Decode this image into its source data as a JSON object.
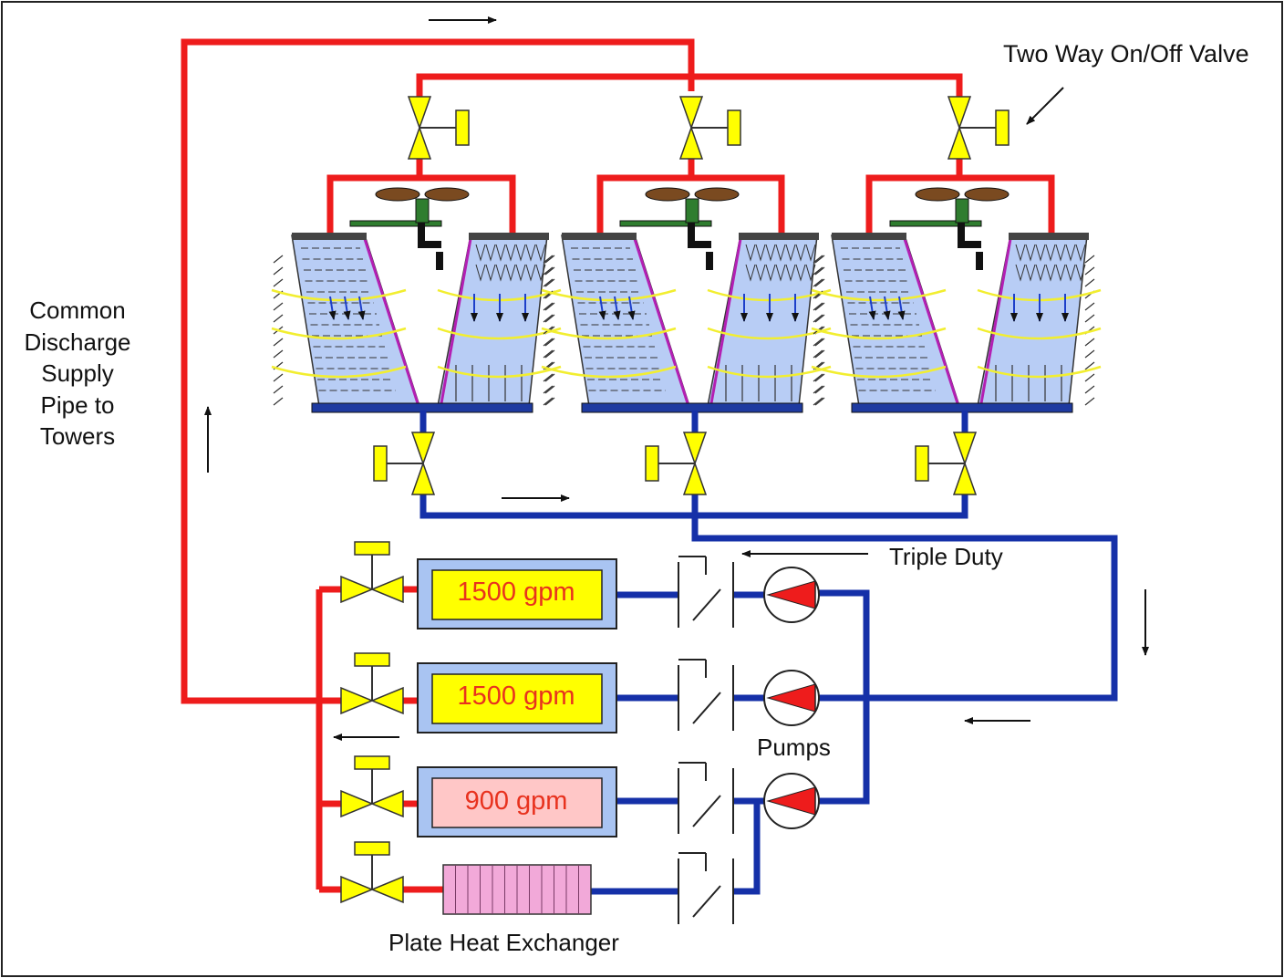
{
  "labels": {
    "valve_title": "Two Way On/Off Valve",
    "common_discharge": [
      "Common",
      "Discharge",
      "Supply",
      "Pipe to",
      "Towers"
    ],
    "triple_duty": "Triple Duty",
    "pumps": "Pumps",
    "plate_hx": "Plate Heat Exchanger"
  },
  "chillers": [
    {
      "capacity": "1500 gpm"
    },
    {
      "capacity": "1500 gpm"
    },
    {
      "capacity": "900 gpm"
    }
  ],
  "towers": [
    {
      "id": 1
    },
    {
      "id": 2
    },
    {
      "id": 3
    }
  ],
  "colors": {
    "hot_supply": "#ee1c1c",
    "cold_return": "#1530a8",
    "valve": "#ffff00",
    "chiller_shell": "#a9c4f2",
    "capacity_box_large": "#ffff00",
    "capacity_box_small": "#ffc7c7",
    "capacity_text": "#e8321e",
    "plate_hx": "#f2a9d9",
    "pump": "#ee1c1c",
    "tower_fill": "#b8cdf5"
  },
  "icons": [
    "flow-arrow-icon",
    "two-way-valve-icon",
    "three-way-valve-icon",
    "pump-icon",
    "check-valve-icon",
    "fan-icon"
  ]
}
